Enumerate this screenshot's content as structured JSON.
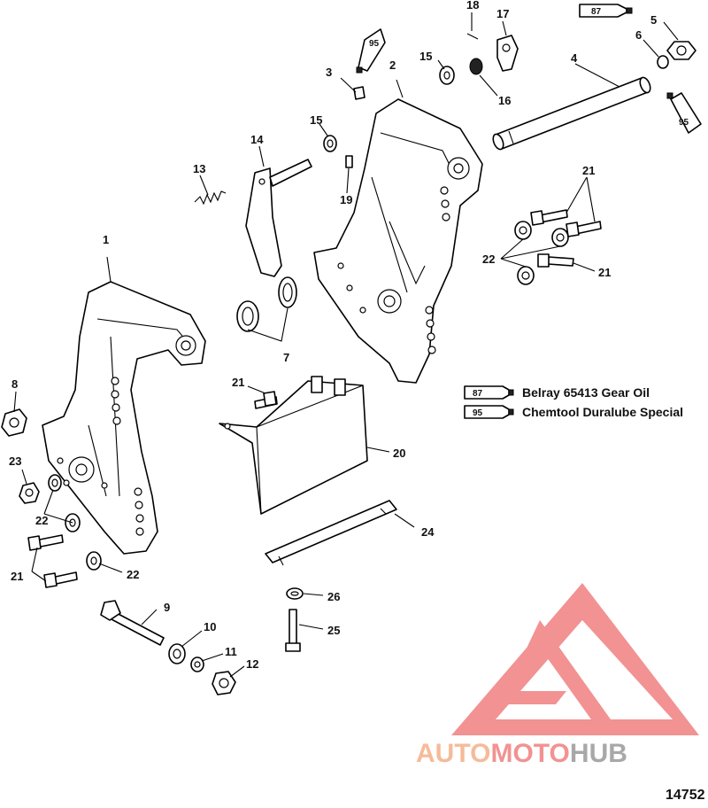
{
  "callouts": {
    "c1": "1",
    "c2": "2",
    "c3": "3",
    "c4": "4",
    "c5": "5",
    "c6": "6",
    "c7": "7",
    "c8": "8",
    "c9": "9",
    "c10": "10",
    "c11": "11",
    "c12": "12",
    "c13": "13",
    "c14": "14",
    "c15a": "15",
    "c15b": "15",
    "c16": "16",
    "c17": "17",
    "c18": "18",
    "c19": "19",
    "c20": "20",
    "c21a": "21",
    "c21b": "21",
    "c21c": "21",
    "c21d": "21",
    "c22a": "22",
    "c22b": "22",
    "c22c": "22",
    "c23": "23",
    "c24": "24",
    "c25": "25",
    "c26": "26"
  },
  "tubes": {
    "t87a": "87",
    "t95a": "95",
    "t95b": "95",
    "t87leg": "87",
    "t95leg": "95"
  },
  "legend": {
    "item1": "Belray 65413 Gear Oil",
    "item2": "Chemtool Duralube Special"
  },
  "figure_number": "14752",
  "watermark": {
    "part1": "AUTO",
    "part2": "MOTO",
    "part3": "HUB",
    "color_light": "#f4b088",
    "color_red": "#f08080",
    "color_gray": "#9a9a9a"
  }
}
